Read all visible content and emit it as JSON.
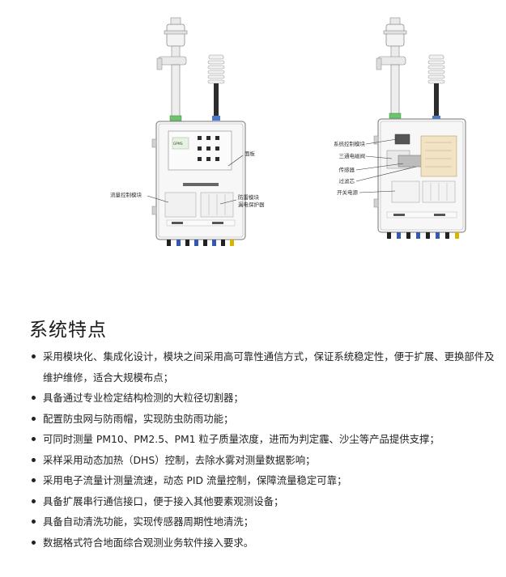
{
  "figure": {
    "left_labels": {
      "panel": "面板",
      "flow_module": "流量控制模块",
      "insect_module": "防雷模块",
      "leak_protector": "漏电保护器"
    },
    "right_labels": {
      "system_control": "系统控制模块",
      "three_way_valve": "三通电磁阀",
      "sensor": "传感器",
      "filter": "过滤芯",
      "power_supply": "开关电源"
    }
  },
  "section": {
    "title": "系统特点",
    "features": [
      "采用模块化、集成化设计，模块之间采用高可靠性通信方式，保证系统稳定性，便于扩展、更换部件及维护维修，适合大规模布点；",
      "具备通过专业检定结构检测的大粒径切割器；",
      "配置防虫网与防雨帽，实现防虫防雨功能；",
      "可同时测量 PM10、PM2.5、PM1 粒子质量浓度，进而为判定霾、沙尘等产品提供支撑；",
      "采样采用动态加热（DHS）控制，去除水雾对测量数据影响；",
      "采用电子流量计测量流速，动态 PID 流量控制，保障流量稳定可靠；",
      "具备扩展串行通信接口，便于接入其他要素观测设备；",
      "具备自动清洗功能，实现传感器周期性地清洗；",
      "数据格式符合地面综合观测业务软件接入要求。"
    ]
  }
}
